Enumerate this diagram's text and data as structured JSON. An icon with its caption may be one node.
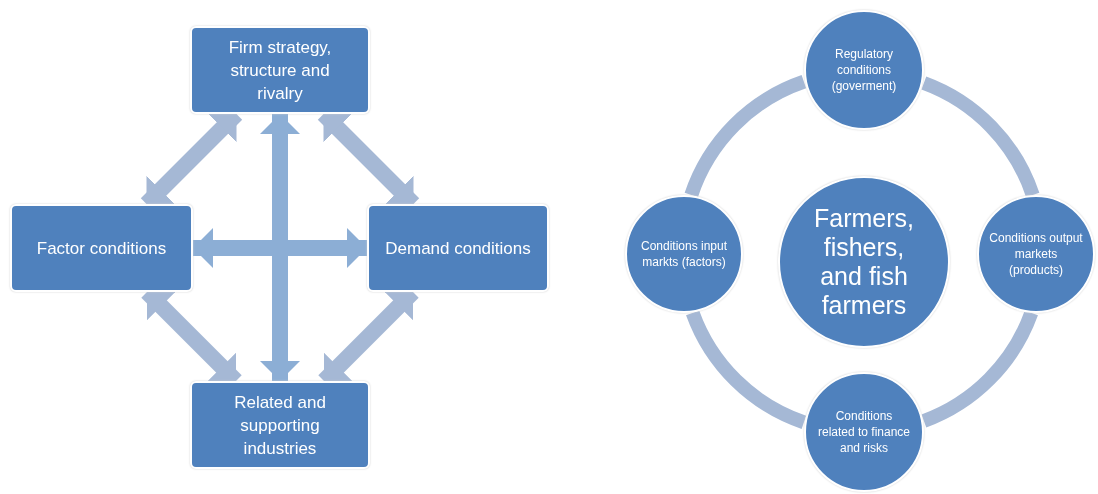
{
  "diagram": {
    "nodes": [
      {
        "text": [
          "Firm strategy, structure and rivalry"
        ]
      },
      {
        "text": [
          "Factor conditions"
        ]
      },
      {
        "text": [
          "Demand conditions"
        ]
      },
      {
        "text": [
          "Related and supporting industries"
        ]
      },
      {
        "text": [
          "Regulatory conditions (goverment)"
        ]
      },
      {
        "text": [
          "Conditions input markts (factors)"
        ]
      },
      {
        "text": [
          "Farmers, fishers, and fish farmers"
        ]
      },
      {
        "text": [
          "Conditions output markets (products)"
        ]
      },
      {
        "text": [
          "Conditions related to finance and risks"
        ]
      }
    ],
    "edges": [
      {
        "from": 0,
        "to": 1,
        "arrow": "both"
      },
      {
        "from": 0,
        "to": 2,
        "arrow": "both"
      },
      {
        "from": 1,
        "to": 2,
        "arrow": "both",
        "color": "#8caed5"
      },
      {
        "from": 0,
        "to": 3,
        "arrow": "both",
        "color": "#8caed5"
      },
      {
        "from": 1,
        "to": 3,
        "arrow": "both"
      },
      {
        "from": 2,
        "to": 3,
        "arrow": "both"
      },
      {
        "from": 4,
        "to": 7,
        "arrow": "none"
      },
      {
        "from": 7,
        "to": 8,
        "arrow": "none"
      },
      {
        "from": 8,
        "to": 5,
        "arrow": "none"
      },
      {
        "from": 5,
        "to": 4,
        "arrow": "none"
      }
    ]
  }
}
